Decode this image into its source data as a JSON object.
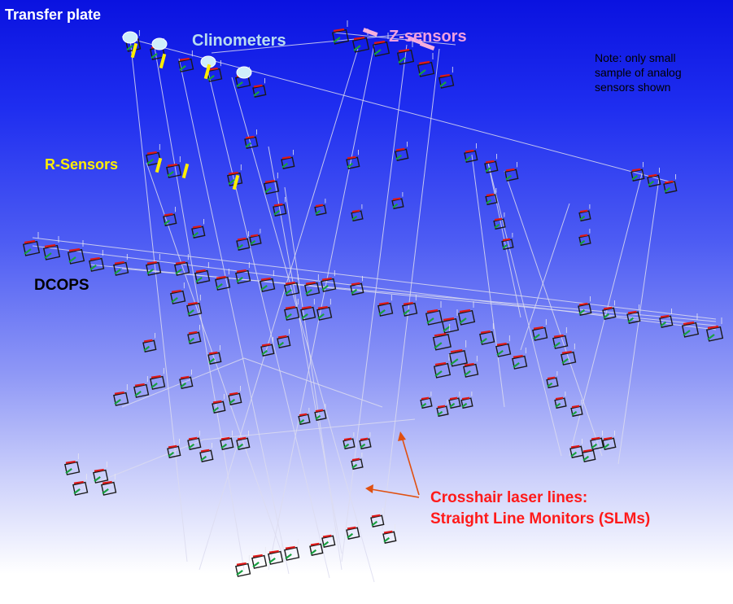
{
  "figure": {
    "labels": {
      "transfer_plate": "Transfer plate",
      "clinometers": "Clinometers",
      "z_sensors": "Z-sensors",
      "note": "Note: only small\nsample of analog\nsensors shown",
      "r_sensors": "R-Sensors",
      "dcops": "DCOPS",
      "crosshair_line1": "Crosshair laser lines:",
      "crosshair_line2": "Straight Line Monitors (SLMs)"
    },
    "colors": {
      "background_top": "#0a12e0",
      "background_bottom": "#ffffff",
      "laser_line": "#dcdcf0",
      "sensor_red": "#e01818",
      "sensor_green": "#18a040",
      "sensor_dark": "#1a1a1a",
      "clinometer": "#cfeefa",
      "r_sensor": "#ffee00",
      "z_sensor": "#f7b0dc",
      "arrow": "#e05010"
    },
    "icons": [
      "clinometer-icon",
      "r-sensor-icon",
      "z-sensor-icon",
      "dcops-sensor-icon",
      "arrow-icon"
    ]
  }
}
